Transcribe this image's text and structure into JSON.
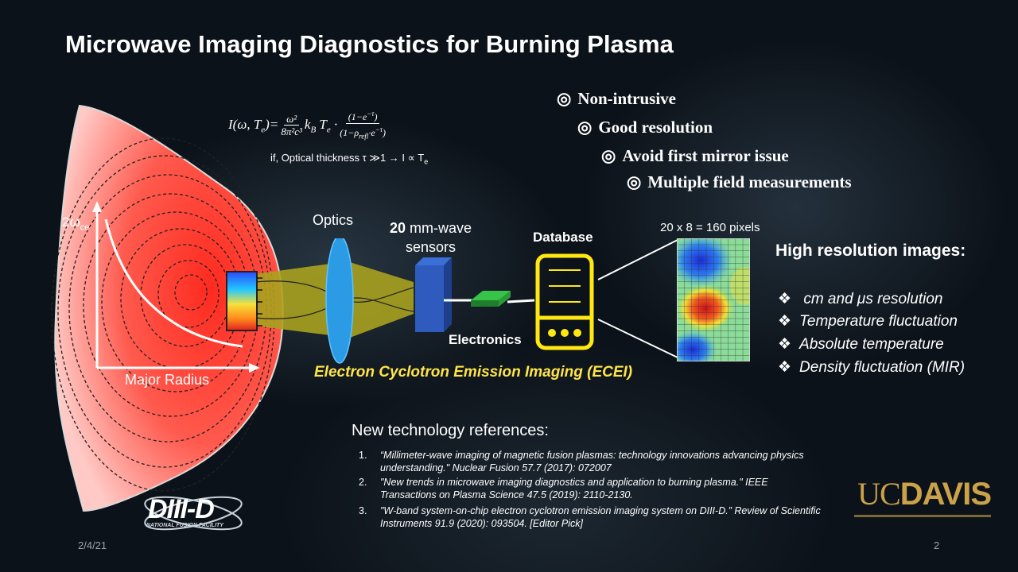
{
  "slide": {
    "title": "Microwave Imaging Diagnostics for Burning Plasma",
    "date": "2/4/21",
    "page_number": "2"
  },
  "formula": {
    "lhs": "I(ω, T",
    "lhs_sub": "e",
    "lhs_end": ")=",
    "frac1_num": "ω²",
    "frac1_den": "8π²c³",
    "mid": "k",
    "mid_sub": "B",
    "mid2": "T",
    "mid2_sub": "e",
    "dot": "·",
    "frac2_num": "(1−e",
    "frac2_num_sup": "−τ",
    "frac2_num_end": ")",
    "frac2_den": "(1−ρ",
    "frac2_den_sub": "refl",
    "frac2_den_mid": "·e",
    "frac2_den_sup": "−τ",
    "frac2_den_end": ")",
    "condition": "if, Optical thickness τ ≫1  → I ∝ T",
    "condition_sub": "e"
  },
  "bullets": {
    "mark": "◎",
    "items": [
      "Non-intrusive",
      "Good resolution",
      "Avoid first mirror issue",
      "Multiple field measurements"
    ]
  },
  "plot_axis": {
    "y_label": "2ω",
    "y_label_sub": "ce",
    "x_label": "Major Radius"
  },
  "diagram": {
    "optics": "Optics",
    "sensors_num": "20",
    "sensors_text": " mm-wave",
    "sensors_text2": "sensors",
    "database": "Database",
    "electronics": "Electronics",
    "pixels": "20 x 8 = 160 pixels",
    "ecei": "Electron Cyclotron Emission Imaging (ECEI)"
  },
  "high_res": {
    "title": "High resolution images:",
    "mark": "❖",
    "items": [
      " cm and μs resolution",
      "Temperature fluctuation",
      "Absolute temperature",
      "Density fluctuation (MIR)"
    ]
  },
  "references": {
    "title": "New technology references:",
    "items": [
      {
        "num": "1.",
        "text": "“Millimeter-wave imaging of magnetic fusion plasmas: technology innovations advancing physics understanding.\" Nuclear Fusion 57.7 (2017): 072007"
      },
      {
        "num": "2.",
        "text": "\"New trends in microwave imaging diagnostics and application to burning plasma.\" IEEE Transactions on Plasma Science 47.5 (2019): 2110-2130."
      },
      {
        "num": "3.",
        "text": "\"W-band system-on-chip electron cyclotron emission imaging system on DIII-D.” Review of Scientific Instruments 91.9 (2020): 093504. [Editor Pick]"
      }
    ]
  },
  "logos": {
    "diiid": "DIII-D",
    "diiid_sub": "NATIONAL FUSION FACILITY",
    "uc": "UC",
    "davis": "DAVIS"
  }
}
